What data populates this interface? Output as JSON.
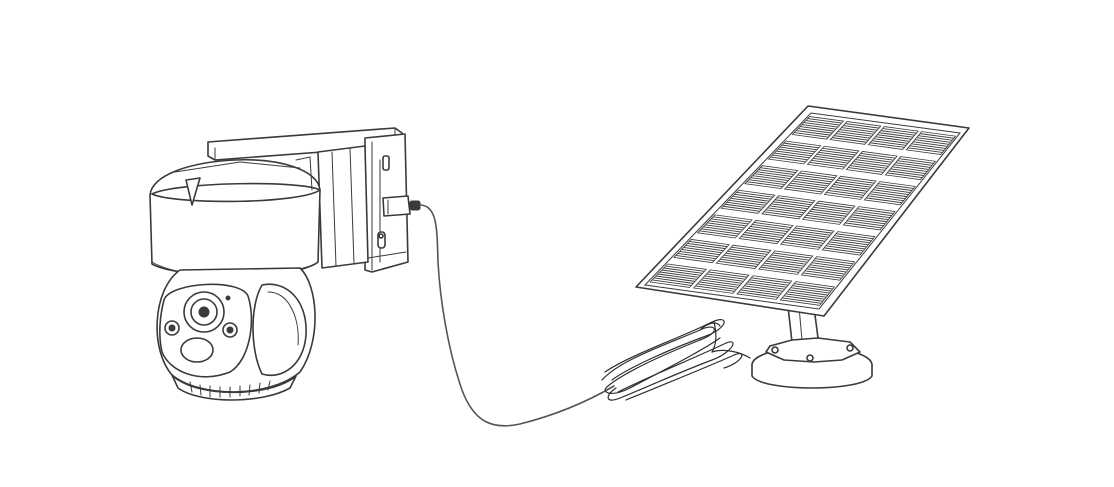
{
  "diagram": {
    "components": [
      {
        "name": "ptz-camera",
        "icon": "security-camera-icon"
      },
      {
        "name": "wall-mount-bracket",
        "icon": "bracket-icon"
      },
      {
        "name": "usb-connector",
        "icon": "usb-plug-icon"
      },
      {
        "name": "power-cable",
        "icon": "cable-icon"
      },
      {
        "name": "solar-panel",
        "icon": "solar-panel-icon"
      },
      {
        "name": "panel-mount-base",
        "icon": "mount-base-icon"
      }
    ],
    "line_color": "#3a3a3a",
    "background": "#ffffff"
  }
}
